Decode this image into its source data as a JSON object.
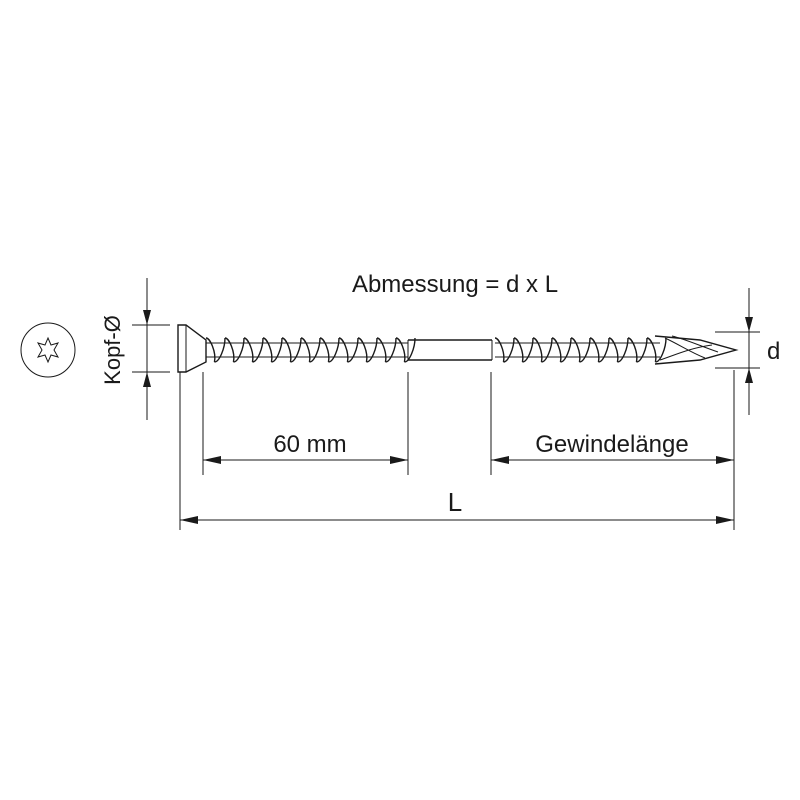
{
  "labels": {
    "dimension_formula": "Abmessung = d x L",
    "diameter": "d",
    "head_diameter": "Kopf-Ø",
    "fixed_length": "60 mm",
    "thread_length": "Gewindelänge",
    "total_length": "L"
  },
  "colors": {
    "line": "#1a1a1a",
    "background": "#ffffff"
  },
  "icons": {
    "drive": "torx-drive-icon"
  }
}
